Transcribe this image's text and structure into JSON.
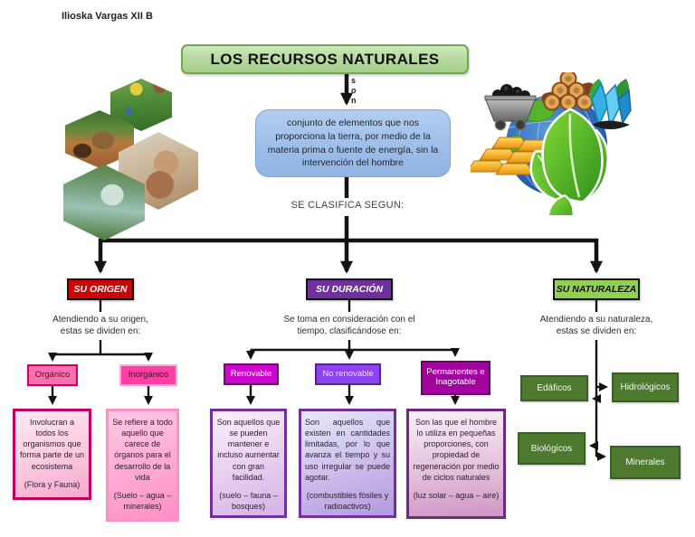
{
  "page": {
    "author": "Ilioska Vargas XII B",
    "title": "LOS RECURSOS NATURALES",
    "son_letters": [
      "s",
      "o",
      "n"
    ],
    "definition": "conjunto de elementos que nos proporciona la tierra, por medio de la materia prima o fuente de energía, sin la intervención del hombre",
    "classify_label": "SE CLASIFICA SEGUN:"
  },
  "images": {
    "left_collage": "nature-photos-hexagon-collage",
    "right_illustration": "earth-with-natural-resources-illustration"
  },
  "branches": {
    "origen": {
      "label": "SU ORIGEN",
      "subtitle": "Atendiendo a su origen, estas se dividen en:",
      "children": [
        {
          "label": "Orgánico",
          "description": "Involucran a todos los organismos que forma parte de un ecosistema",
          "examples": "(Flora y Fauna)"
        },
        {
          "label": "Inorgánico",
          "description": "Se refiere a todo aquello que carece de órganos para el desarrollo de la vida",
          "examples": "(Suelo – agua – minerales)"
        }
      ]
    },
    "duracion": {
      "label": "SU DURACIÓN",
      "subtitle": "Se toma en consideración con el tiempo, clasificándose en:",
      "children": [
        {
          "label": "Renovable",
          "description": "Son aquellos que se pueden mantener e incluso aumentar con gran facilidad.",
          "examples": "(suelo – fauna – bosques)"
        },
        {
          "label": "No renovable",
          "description": "Son aquellos que existen en cantidades limitadas, por lo que avanza el tiempo y su uso irregular se puede agotar.",
          "examples": "(combustibles fósiles y radioactivos)"
        },
        {
          "label": "Permanentes e Inagotable",
          "description": "Son las que el hombre lo utiliza en pequeñas proporciones, con propiedad de regeneración por medio de ciclos naturales",
          "examples": "(luz solar – agua – aire)"
        }
      ]
    },
    "naturaleza": {
      "label": "SU NATURALEZA",
      "subtitle": "Atendiendo a su naturaleza, estas se dividen en:",
      "children": [
        {
          "label": "Edáficos"
        },
        {
          "label": "Hidrológicos"
        },
        {
          "label": "Biológicos"
        },
        {
          "label": "Minerales"
        }
      ]
    }
  },
  "colors": {
    "title_green": "#a5d08a",
    "definition_blue": "#9cbde9",
    "origen_red": "#cc0404",
    "duracion_purple": "#7030a0",
    "naturaleza_green": "#92d050",
    "organico_pink": "#ff6fae",
    "inorganico_pink": "#ff3fa3",
    "renovable_magenta": "#cd06cd",
    "no_renovable_violet": "#8f43f0",
    "permanentes_purple": "#a3029e",
    "nature_box_green": "#4e7a30",
    "arrow_black": "#131313"
  }
}
